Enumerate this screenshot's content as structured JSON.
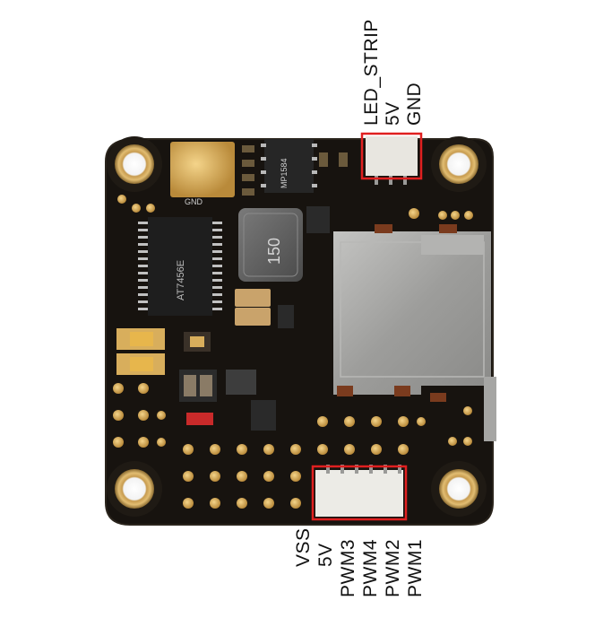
{
  "labels": {
    "top": [
      "LED_STRIP",
      "5V",
      "GND"
    ],
    "bottom": [
      "VSS",
      "5V",
      "PWM3",
      "PWM4",
      "PWM2",
      "PWM1"
    ]
  },
  "board": {
    "silkscreen_text": [
      "GND",
      "MP1584",
      "AT7456E",
      "150"
    ]
  },
  "colors": {
    "board": "#17130f",
    "gold_pad": "#d8ae5c",
    "highlight_box": "#e02020",
    "sd_metal": "#a9a9a7",
    "inductor": "#5c5c5c"
  }
}
